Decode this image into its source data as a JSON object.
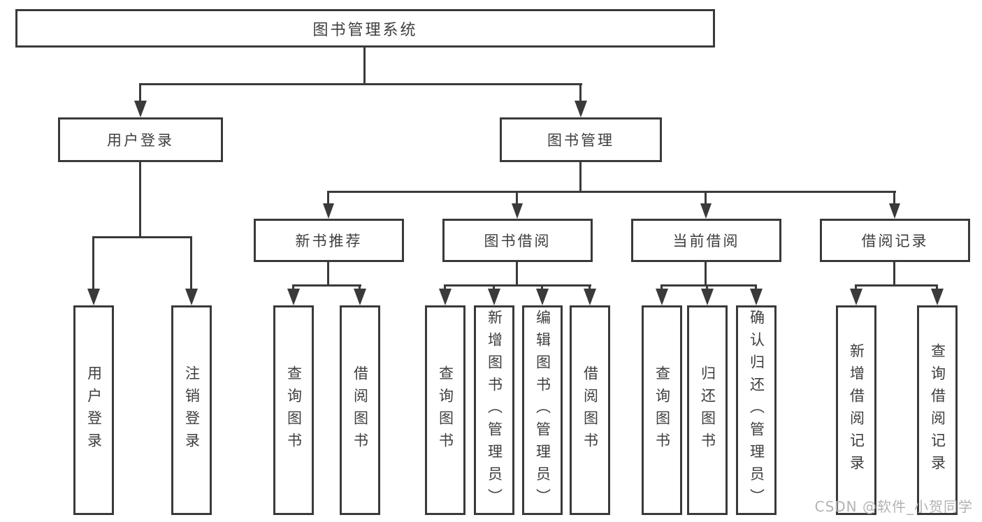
{
  "colors": {
    "line": "#3a3a3a",
    "box_border": "#3a3a3a",
    "text": "#3e3e3e",
    "background": "#ffffff",
    "watermark": "#b3b3b3"
  },
  "diagram": {
    "root": {
      "label": "图书管理系统"
    },
    "branches": [
      {
        "label": "用户登录",
        "leaves": [
          "用户登录",
          "注销登录"
        ]
      },
      {
        "label": "图书管理",
        "groups": [
          {
            "label": "新书推荐",
            "leaves": [
              "查询图书",
              "借阅图书"
            ]
          },
          {
            "label": "图书借阅",
            "leaves": [
              "查询图书",
              "新增图书（管理员）",
              "编辑图书（管理员）",
              "借阅图书"
            ]
          },
          {
            "label": "当前借阅",
            "leaves": [
              "查询图书",
              "归还图书",
              "确认归还（管理员）"
            ]
          },
          {
            "label": "借阅记录",
            "leaves": [
              "新增借阅记录",
              "查询借阅记录"
            ]
          }
        ]
      }
    ]
  },
  "watermark": {
    "text": "CSDN @软件_小贺同学"
  }
}
